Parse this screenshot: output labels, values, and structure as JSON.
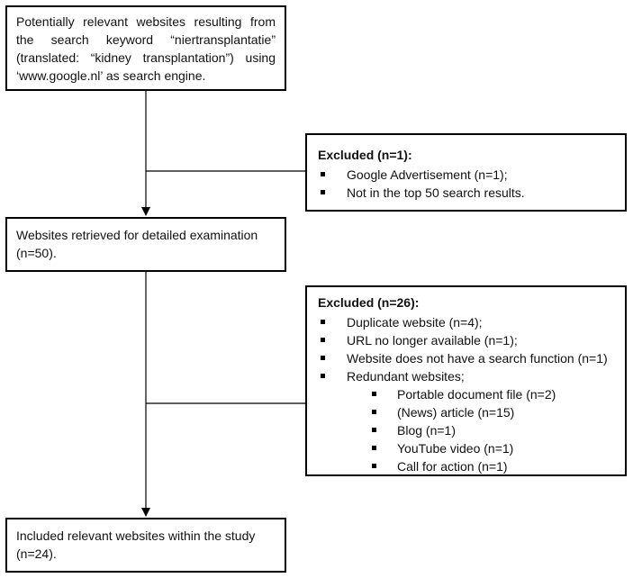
{
  "boxes": {
    "identified": "Potentially relevant websites resulting from the search keyword “niertransplantatie” (translated: “kidney transplantation”) using ‘www.google.nl’ as search engine.",
    "retrieved": "Websites retrieved for detailed examination (n=50).",
    "included": "Included relevant websites within the study (n=24)."
  },
  "excluded_first": {
    "title": "Excluded (n=1):",
    "items": [
      "Google Advertisement (n=1);",
      "Not in the top 50 search results."
    ]
  },
  "excluded_second": {
    "title": "Excluded (n=26):",
    "items": [
      "Duplicate website (n=4);",
      "URL no longer available (n=1);",
      "Website does not have a search function (n=1)",
      "Redundant websites;"
    ],
    "sub_items": [
      "Portable document file (n=2)",
      "(News) article (n=15)",
      "Blog (n=1)",
      "YouTube video (n=1)",
      "Call for action (n=1)"
    ]
  },
  "colors": {
    "line": "#000000",
    "text": "#111111",
    "background": "#ffffff"
  }
}
